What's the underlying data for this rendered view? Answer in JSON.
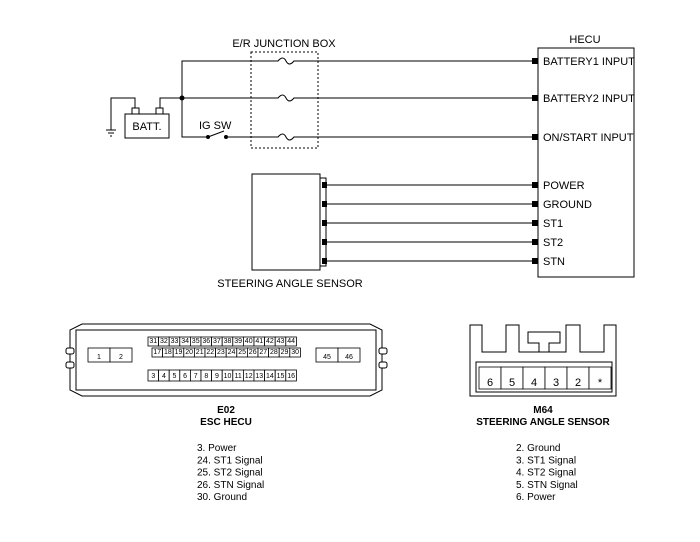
{
  "diagram": {
    "ejb_title": "E/R JUNCTION BOX",
    "hecu_title": "HECU",
    "battery_label": "BATT.",
    "ig_switch_label": "IG SW",
    "sensor_title": "STEERING ANGLE SENSOR",
    "hecu_inputs": [
      "BATTERY1 INPUT",
      "BATTERY2 INPUT",
      "ON/START INPUT"
    ],
    "sensor_signals": [
      "POWER",
      "GROUND",
      "ST1",
      "ST2",
      "STN"
    ]
  },
  "connector_e02": {
    "code": "E02",
    "name": "ESC HECU",
    "top_row": [
      "31",
      "32",
      "33",
      "34",
      "35",
      "36",
      "37",
      "38",
      "39",
      "40",
      "41",
      "42",
      "43",
      "44"
    ],
    "mid_row": [
      "17",
      "18",
      "19",
      "20",
      "21",
      "22",
      "23",
      "24",
      "25",
      "26",
      "27",
      "28",
      "29",
      "30"
    ],
    "bottom_row": [
      "3",
      "4",
      "5",
      "6",
      "7",
      "8",
      "9",
      "10",
      "11",
      "12",
      "13",
      "14",
      "15",
      "16"
    ],
    "left_block": [
      "1",
      "2"
    ],
    "right_block": [
      "45",
      "46"
    ],
    "pins": [
      "3. Power",
      "24. ST1 Signal",
      "25. ST2 Signal",
      "26. STN Signal",
      "30. Ground"
    ]
  },
  "connector_m64": {
    "code": "M64",
    "name": "STEERING ANGLE SENSOR",
    "cells": [
      "6",
      "5",
      "4",
      "3",
      "2",
      "*"
    ],
    "pins": [
      "2. Ground",
      "3. ST1 Signal",
      "4. ST2 Signal",
      "5. STN Signal",
      "6. Power"
    ]
  }
}
